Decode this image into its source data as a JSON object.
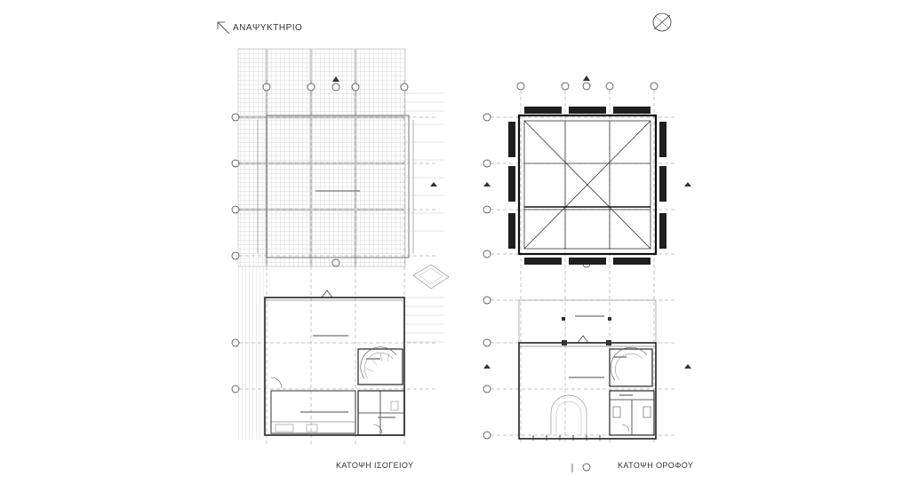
{
  "header": {
    "title": "ΑΝΑΨΥΚΤΗΡΙΟ"
  },
  "plans": {
    "ground_caption": "ΚΑΤΟΨΗ ΙΣΟΓΕΙΟΥ",
    "upper_caption": "ΚΑΤΟΨΗ ΟΡΟΦΟΥ"
  },
  "colors": {
    "line": "#333333",
    "light": "#9a9a9a",
    "hatch": "#b5b5b5",
    "dark": "#1a1a1a"
  },
  "icons": {
    "north": "north-arrow-icon",
    "section": "section-marker-icon"
  }
}
